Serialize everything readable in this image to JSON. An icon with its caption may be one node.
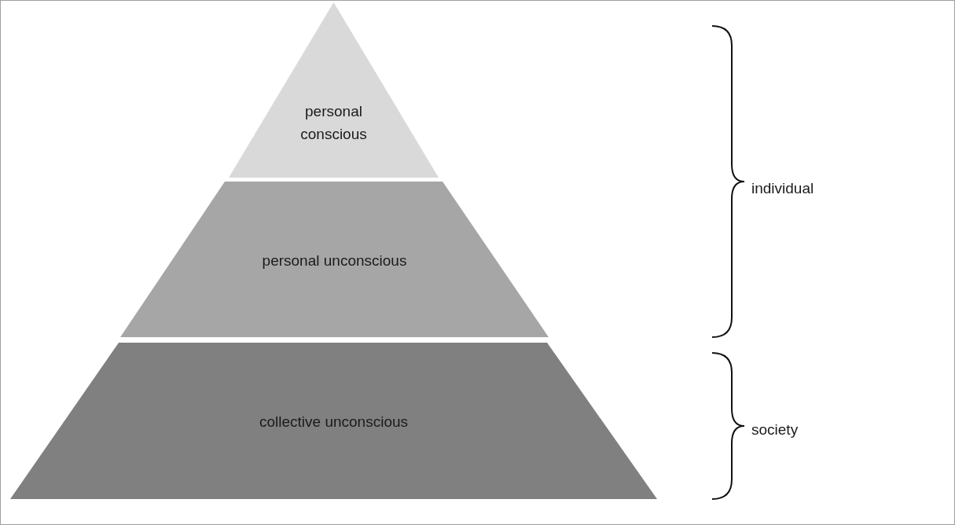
{
  "diagram": {
    "nodes": [
      {
        "text": [
          "personal conscious"
        ]
      },
      {
        "text": [
          "personal unconscious"
        ]
      },
      {
        "text": [
          "collective unconscious"
        ]
      }
    ],
    "labels": [
      "individual",
      "society"
    ]
  }
}
